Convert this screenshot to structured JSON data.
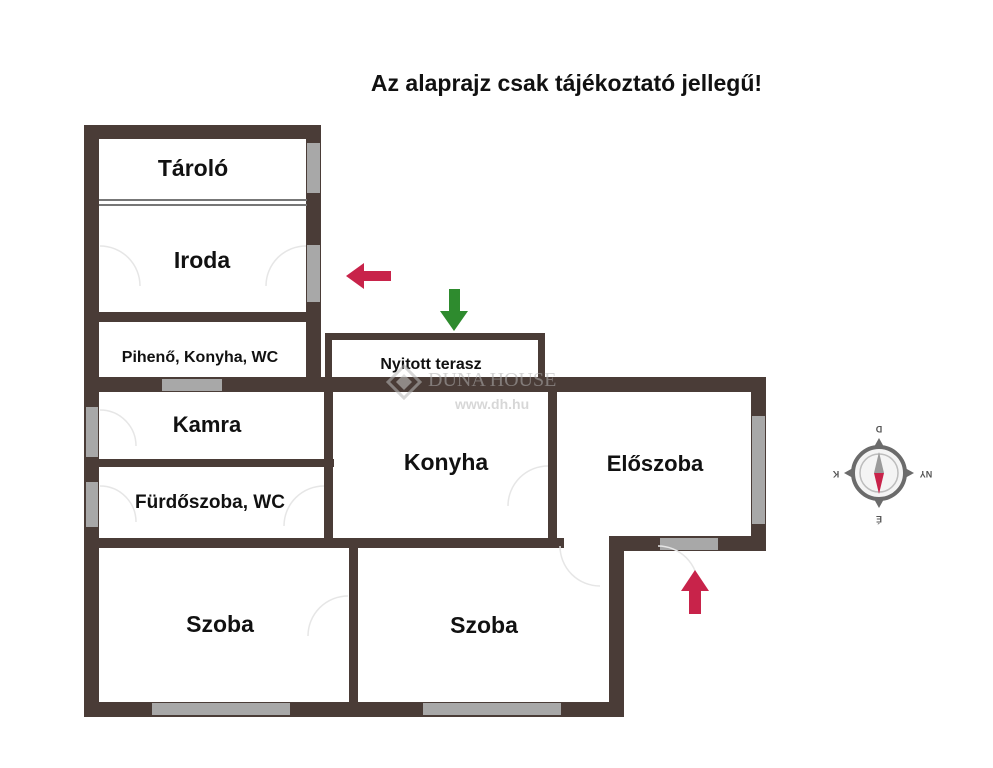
{
  "notice": "Az alaprajz csak tájékoztató jellegű!",
  "watermark": {
    "brand": "DUNA HOUSE",
    "url": "www.dh.hu"
  },
  "rooms": [
    {
      "id": "taroló",
      "label": "Tároló"
    },
    {
      "id": "iroda",
      "label": "Iroda"
    },
    {
      "id": "pihenő",
      "label": "Pihenő, Konyha, WC"
    },
    {
      "id": "terasz",
      "label": "Nyitott terasz"
    },
    {
      "id": "kamra",
      "label": "Kamra"
    },
    {
      "id": "konyha",
      "label": "Konyha"
    },
    {
      "id": "előszoba",
      "label": "Előszoba"
    },
    {
      "id": "fürdőszoba",
      "label": "Fürdőszoba, WC"
    },
    {
      "id": "szoba1",
      "label": "Szoba"
    },
    {
      "id": "szoba2",
      "label": "Szoba"
    }
  ],
  "compass": {
    "north": "D",
    "south": "É",
    "east": "NY",
    "west": "K"
  },
  "colors": {
    "wall": "#4a3c37",
    "window": "#a8a8a8",
    "arrow_entry": "#c8234a",
    "arrow_terrace": "#2e8b2e"
  },
  "icons": [
    "entry-arrow-icon",
    "terrace-arrow-icon",
    "compass-icon",
    "duna-house-logo-icon"
  ]
}
